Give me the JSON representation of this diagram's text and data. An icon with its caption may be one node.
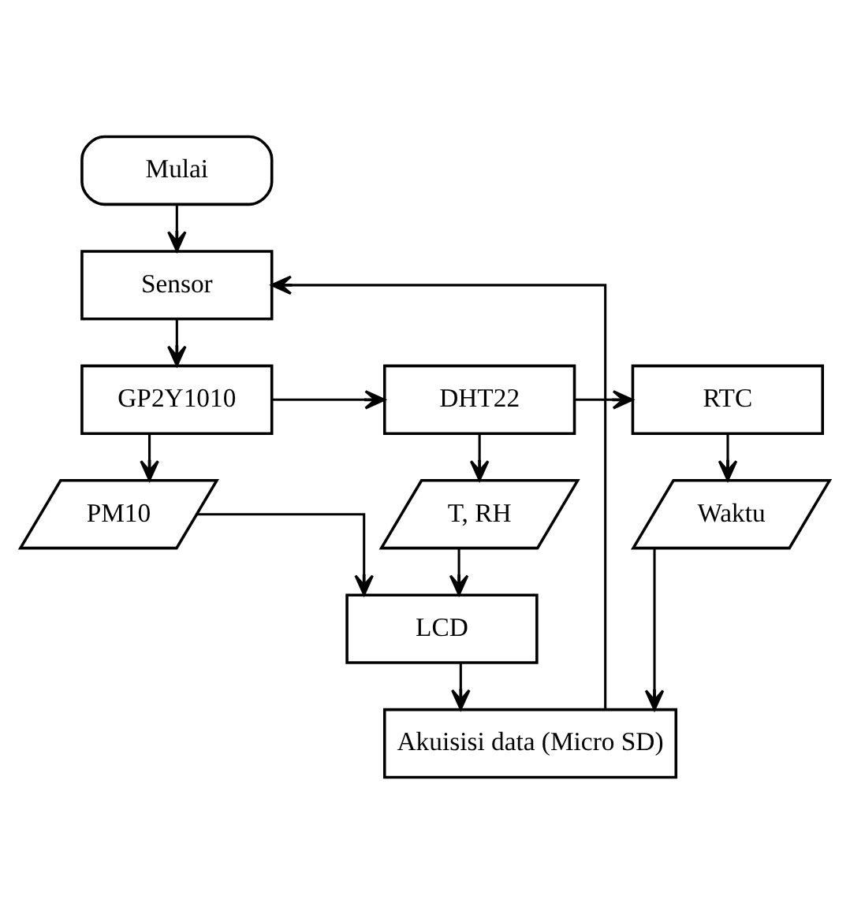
{
  "diagram": {
    "nodes": [
      {
        "text": [
          "Mulai"
        ]
      },
      {
        "text": [
          "Sensor"
        ]
      },
      {
        "text": [
          "GP2Y1010"
        ]
      },
      {
        "text": [
          "DHT22"
        ]
      },
      {
        "text": [
          "RTC"
        ]
      },
      {
        "text": [
          "PM10"
        ]
      },
      {
        "text": [
          "T, RH"
        ]
      },
      {
        "text": [
          "Waktu"
        ]
      },
      {
        "text": [
          "LCD"
        ]
      },
      {
        "text": [
          "Akuisisi data (Micro SD)"
        ]
      }
    ],
    "edges": [
      {
        "from": 0,
        "to": 1,
        "arrow": "to"
      },
      {
        "from": 1,
        "to": 2,
        "arrow": "to"
      },
      {
        "from": 2,
        "to": 3,
        "arrow": "to"
      },
      {
        "from": 3,
        "to": 4,
        "arrow": "to"
      },
      {
        "from": 2,
        "to": 5,
        "arrow": "to"
      },
      {
        "from": 3,
        "to": 6,
        "arrow": "to"
      },
      {
        "from": 4,
        "to": 7,
        "arrow": "to"
      },
      {
        "from": 5,
        "to": 8,
        "arrow": "to"
      },
      {
        "from": 6,
        "to": 8,
        "arrow": "to"
      },
      {
        "from": 8,
        "to": 9,
        "arrow": "to"
      },
      {
        "from": 7,
        "to": 9,
        "arrow": "to"
      },
      {
        "from": 9,
        "to": 1,
        "arrow": "to"
      }
    ]
  }
}
